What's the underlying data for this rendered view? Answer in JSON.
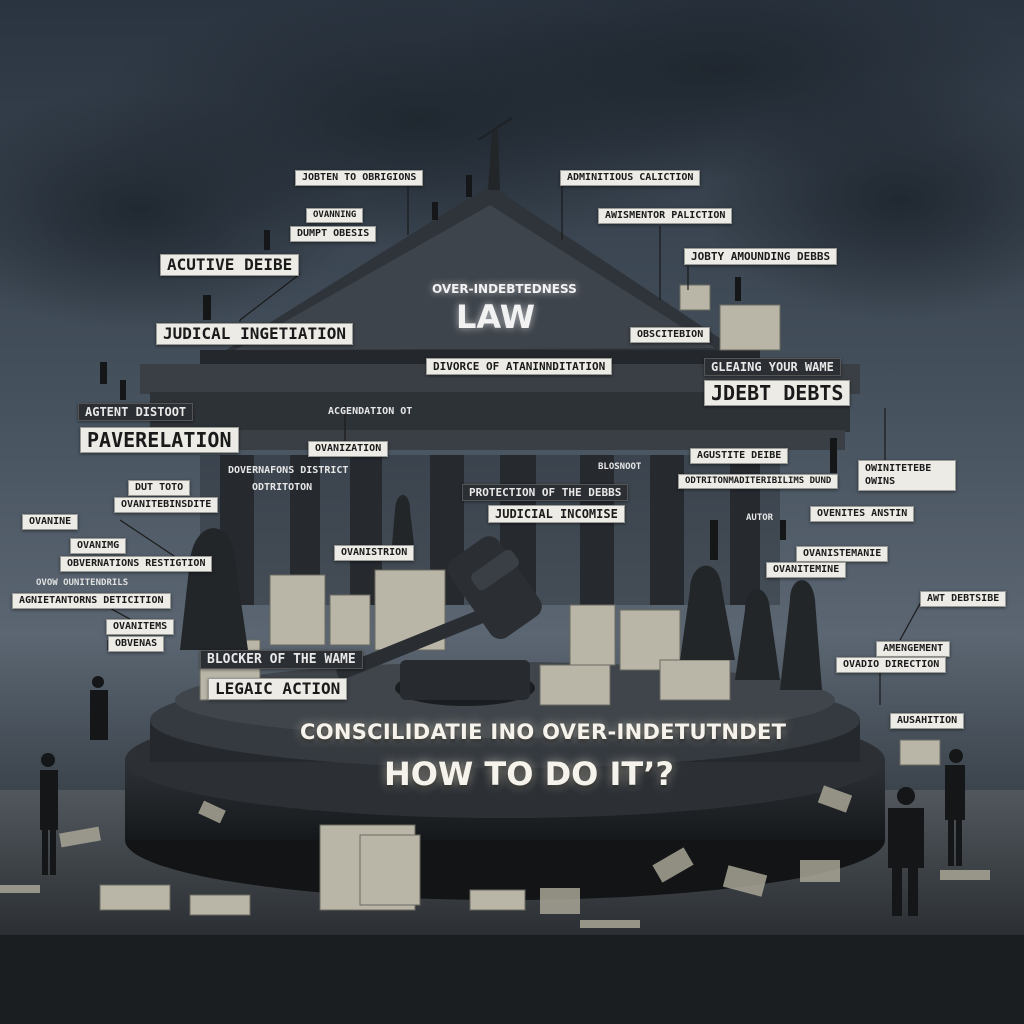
{
  "colors": {
    "sky_top": "#2a3440",
    "sky_mid": "#5b6672",
    "building": "#3c4147",
    "label_bg": "#ecebe6",
    "headline": "#f6f3ec"
  },
  "building": {
    "roof_small_text": "OVER-INDEBTEDNESS",
    "roof_title": "LAW"
  },
  "headline": {
    "line1": "CONSCILIDATIE INO OVER-INDETUTNDET",
    "line2": "HOW TO DO IT’?"
  },
  "labels": {
    "l1": "JOBTEN TO OBRIGIONS",
    "l2": "ADMINITIOUS CALICTION",
    "l3": "OVANNING",
    "l4": "DUMPT OBESIS",
    "l5": "AWISMENTOR PALICTION",
    "l6": "ACUTIVE DEIBE",
    "l7": "JOBTY AMOUNDING DEBBS",
    "l8": "JUDICAL INGETIATION",
    "l9": "OBSCITEBION",
    "l10": "DIVORCE OF ATANINNDITATION",
    "l11": "GLEAING YOUR WAME",
    "l12": "JDEBT DEBTS",
    "l13": "AGTENT DISTOOT",
    "l14": "PAVERELATION",
    "l15": "ACGENDATION OT",
    "l16": "OVANIZATION",
    "l17": "AGUSTITE DEIBE",
    "l18": "OWINITETEBE OWINS",
    "l19": "DUT TOTO",
    "l20": "OVANITEBINSDITE",
    "l21": "PROTECTION OF THE DEBBS",
    "l22": "JUDICIAL INCOMISE",
    "l23": "ODTRITONMADITERIBILIMS DUND",
    "l24": "OVANINE",
    "l25": "OVENITES ANSTIN",
    "l26": "OVANIMG",
    "l27": "OVANISTRION",
    "l28": "OBVERNATIONS RESTIGTION",
    "l29": "OVANISTEMANIE",
    "l30": "OVANITEMINE",
    "l31": "AGNIETANTORNS DETICITION",
    "l32": "AWT DEBTSIBE",
    "l33": "OVANITEMS",
    "l34": "OBVENAS",
    "l35": "AMENGEMENT",
    "l36": "OVADIO DIRECTION",
    "l37": "AUSAHITION",
    "l38": "BLOCKER OF THE WAME",
    "l39": "LEGAIC ACTION",
    "l40": "OVOW OUNITENDRILS",
    "l41": "DOVERNAFONS DISTRICT",
    "l42": "ODTRITOTON",
    "l43": "BLOSNOOT",
    "l44": "AUTOR"
  }
}
